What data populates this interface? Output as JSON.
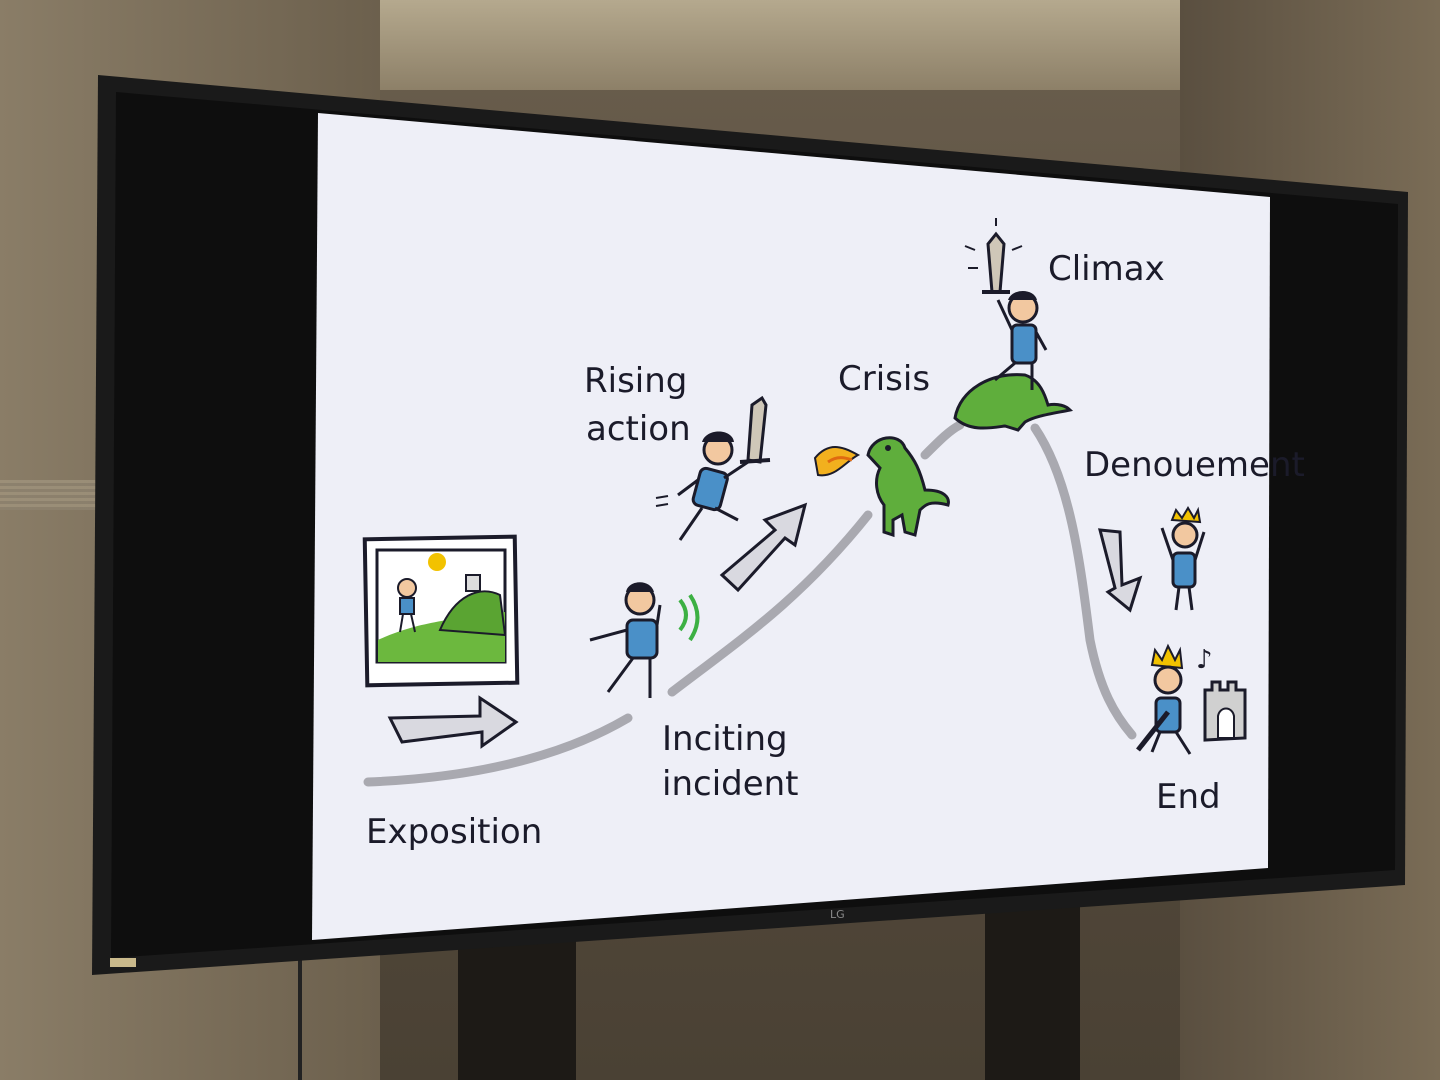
{
  "slide": {
    "labels": {
      "exposition": "Exposition",
      "inciting_line1": "Inciting",
      "inciting_line2": "incident",
      "rising_line1": "Rising",
      "rising_line2": "action",
      "crisis": "Crisis",
      "climax": "Climax",
      "denouement": "Denouement",
      "end": "End"
    }
  },
  "tv": {
    "brand": "LG"
  },
  "colors": {
    "path": "#a9a9b0",
    "shirt": "#4a90c8",
    "dragon": "#5fae3c",
    "crown": "#f2c200",
    "fire": "#f2b01e"
  }
}
